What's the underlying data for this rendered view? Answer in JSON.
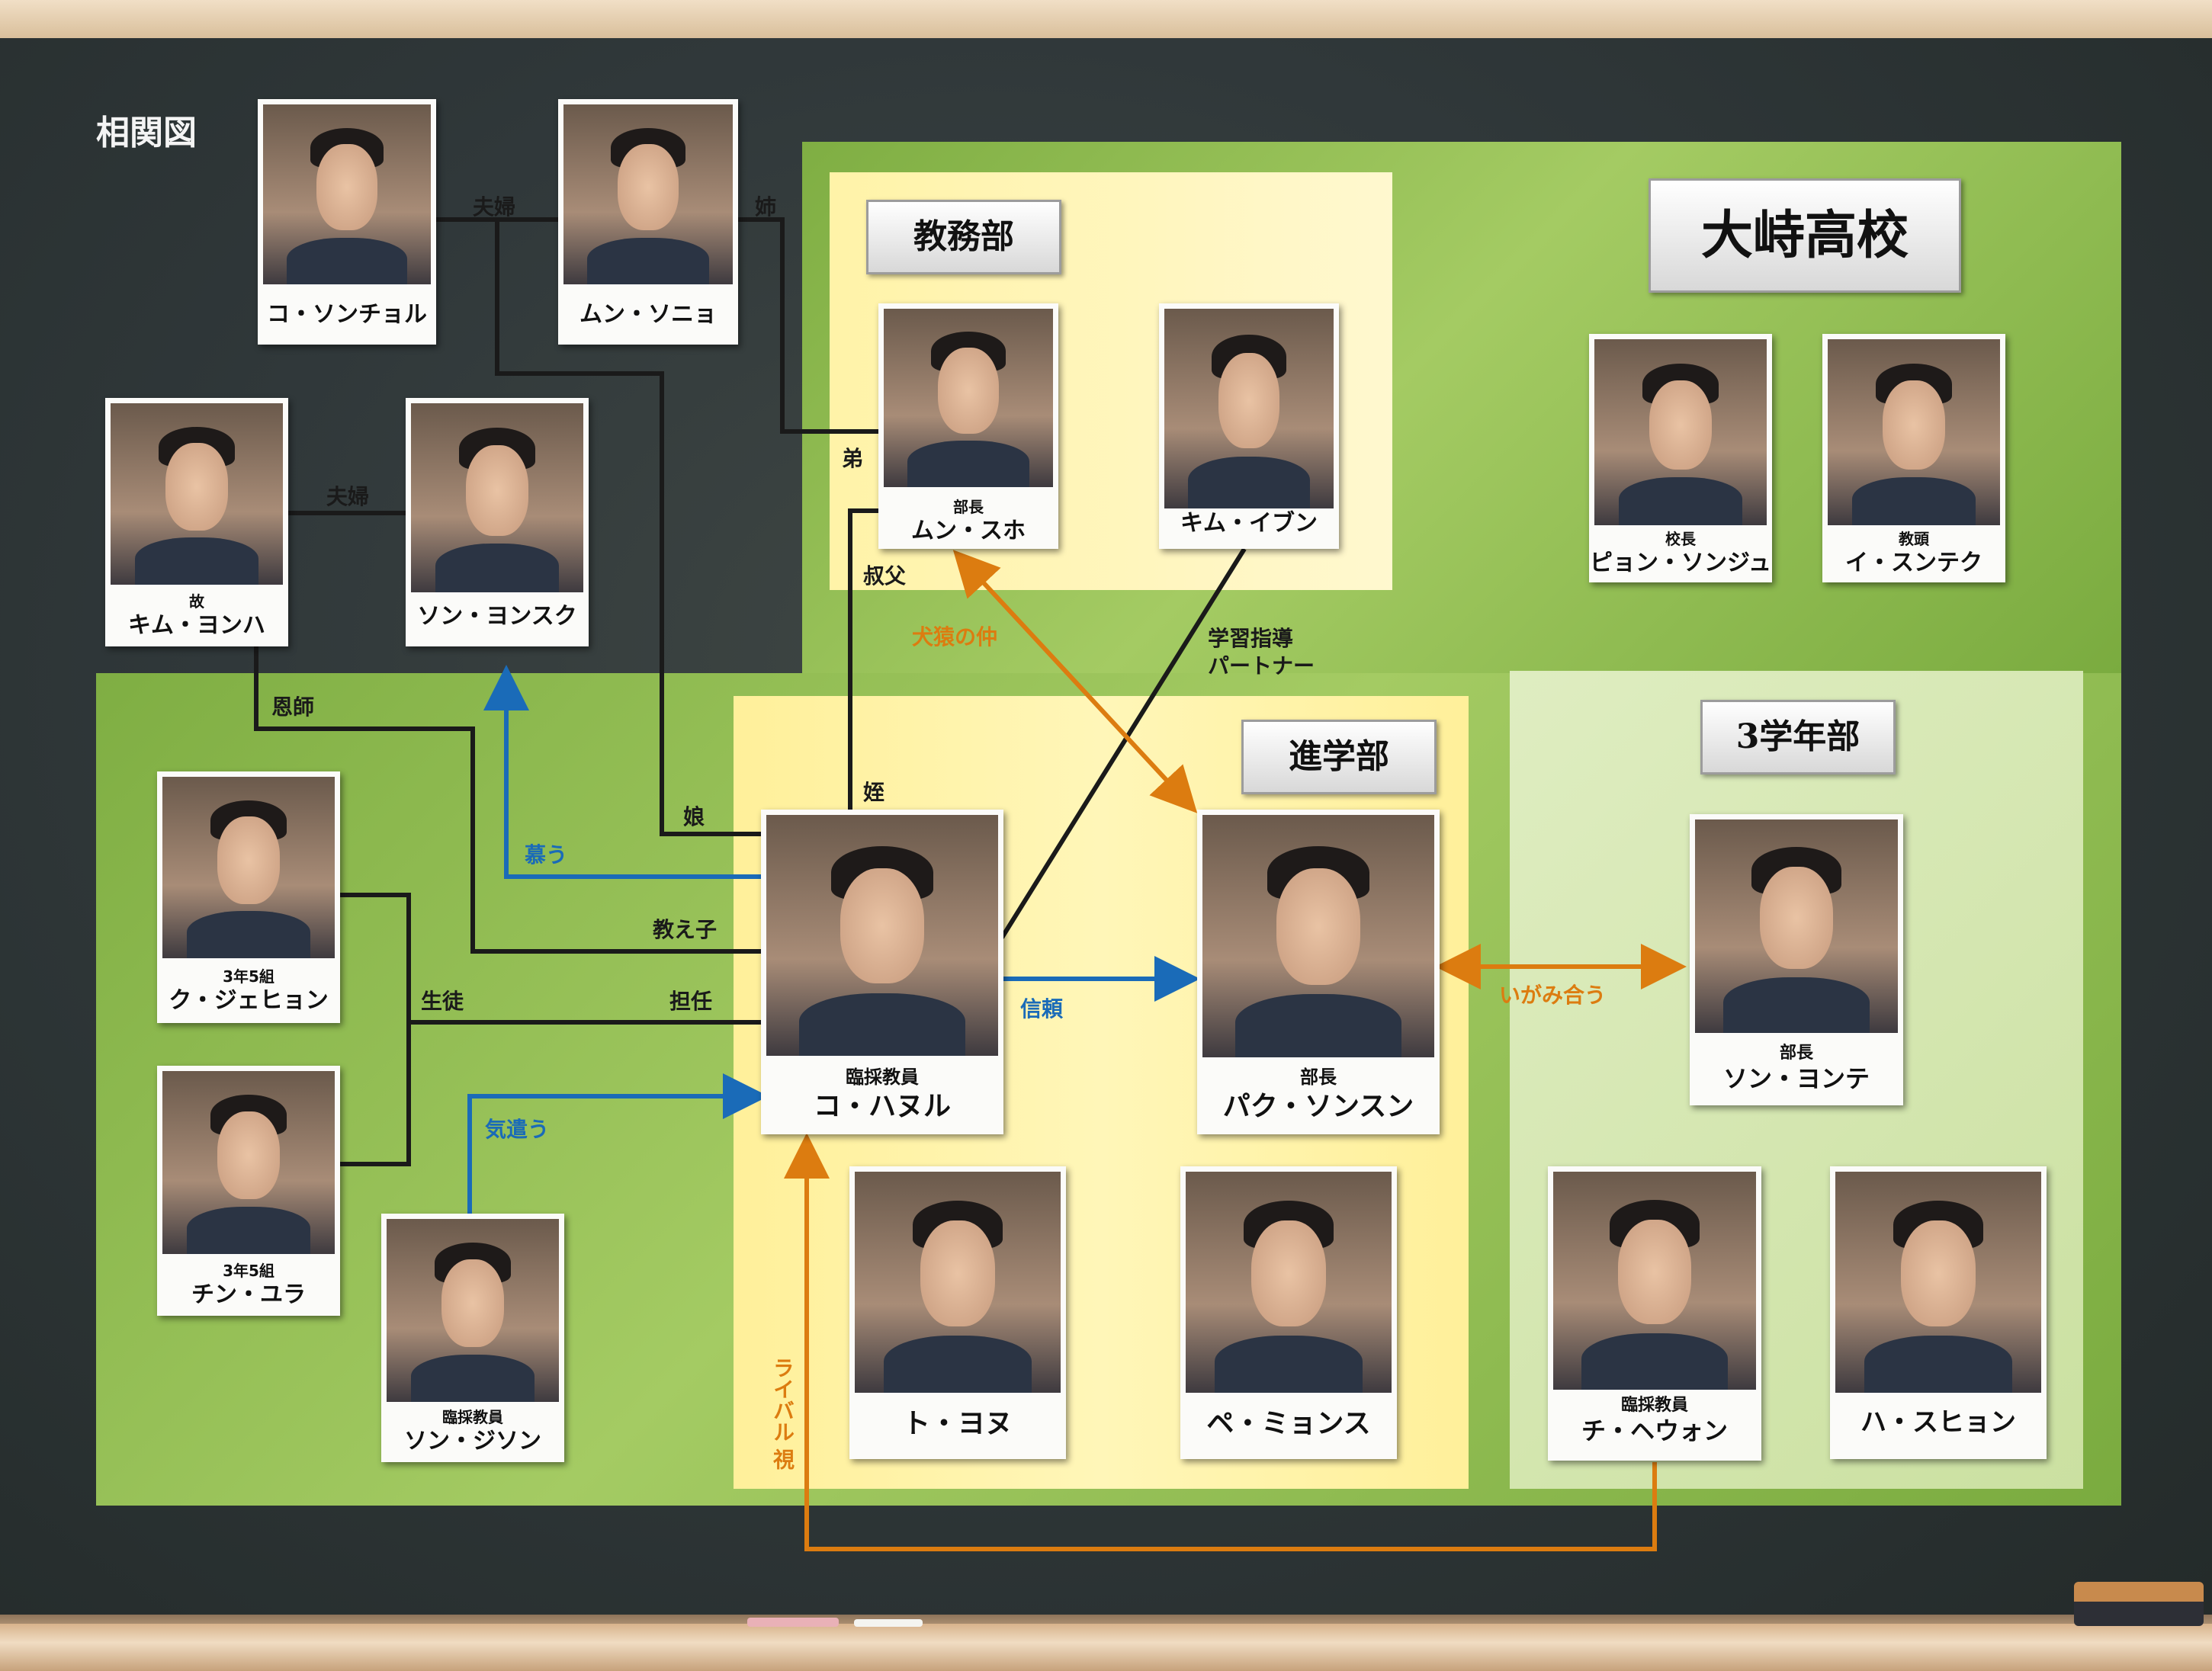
{
  "title": "相関図",
  "school": "大峙高校",
  "departments": {
    "academic_affairs": "教務部",
    "admissions": "進学部",
    "third_grade": "3学年部"
  },
  "people": {
    "ko_sonchol": {
      "role": "",
      "name": "コ・ソンチョル"
    },
    "mun_sonyo": {
      "role": "",
      "name": "ムン・ソニョ"
    },
    "kim_yonha": {
      "role": "故",
      "name": "キム・ヨンハ"
    },
    "son_yonsuku": {
      "role": "",
      "name": "ソン・ヨンスク"
    },
    "mun_suho": {
      "role": "部長",
      "name": "ムン・スホ"
    },
    "kim_ibun": {
      "role": "",
      "name": "キム・イブン"
    },
    "pyon_sonju": {
      "role": "校長",
      "name": "ピョン・ソンジュ"
    },
    "i_suntekku": {
      "role": "教頭",
      "name": "イ・スンテク"
    },
    "gu_jehyon": {
      "role": "3年5組",
      "name": "ク・ジェヒョン"
    },
    "chin_yura": {
      "role": "3年5組",
      "name": "チン・ユラ"
    },
    "son_jison": {
      "role": "臨採教員",
      "name": "ソン・ジソン"
    },
    "ko_hanuru": {
      "role": "臨採教員",
      "name": "コ・ハヌル"
    },
    "paku_sonsun": {
      "role": "部長",
      "name": "パク・ソンスン"
    },
    "son_yonte": {
      "role": "部長",
      "name": "ソン・ヨンテ"
    },
    "to_yonu": {
      "role": "",
      "name": "ト・ヨヌ"
    },
    "pe_myonsu": {
      "role": "",
      "name": "ペ・ミョンス"
    },
    "chi_hewon": {
      "role": "臨採教員",
      "name": "チ・ヘウォン"
    },
    "ha_suhyon": {
      "role": "",
      "name": "ハ・スヒョン"
    }
  },
  "relations": {
    "couple_1": "夫婦",
    "older_sister": "姉",
    "couple_2": "夫婦",
    "younger_brother": "弟",
    "uncle": "叔父",
    "niece": "姪",
    "daughter": "娘",
    "mentor": "恩師",
    "admire": "慕う",
    "pupil": "教え子",
    "student": "生徒",
    "homeroom": "担任",
    "care": "気遣う",
    "trust": "信頼",
    "dog_monkey": "犬猿の仲",
    "study_partner_1": "学習指導",
    "study_partner_2": "パートナー",
    "glare": "いがみ合う",
    "rival_1": "ライバル",
    "rival_2": "視"
  },
  "colors": {
    "black_line": "#1a1a1a",
    "blue_arrow": "#1a6bb8",
    "orange_arrow": "#dc7c10",
    "green_zone": "#8dbb4e",
    "yellow_zone": "#fff09a"
  }
}
